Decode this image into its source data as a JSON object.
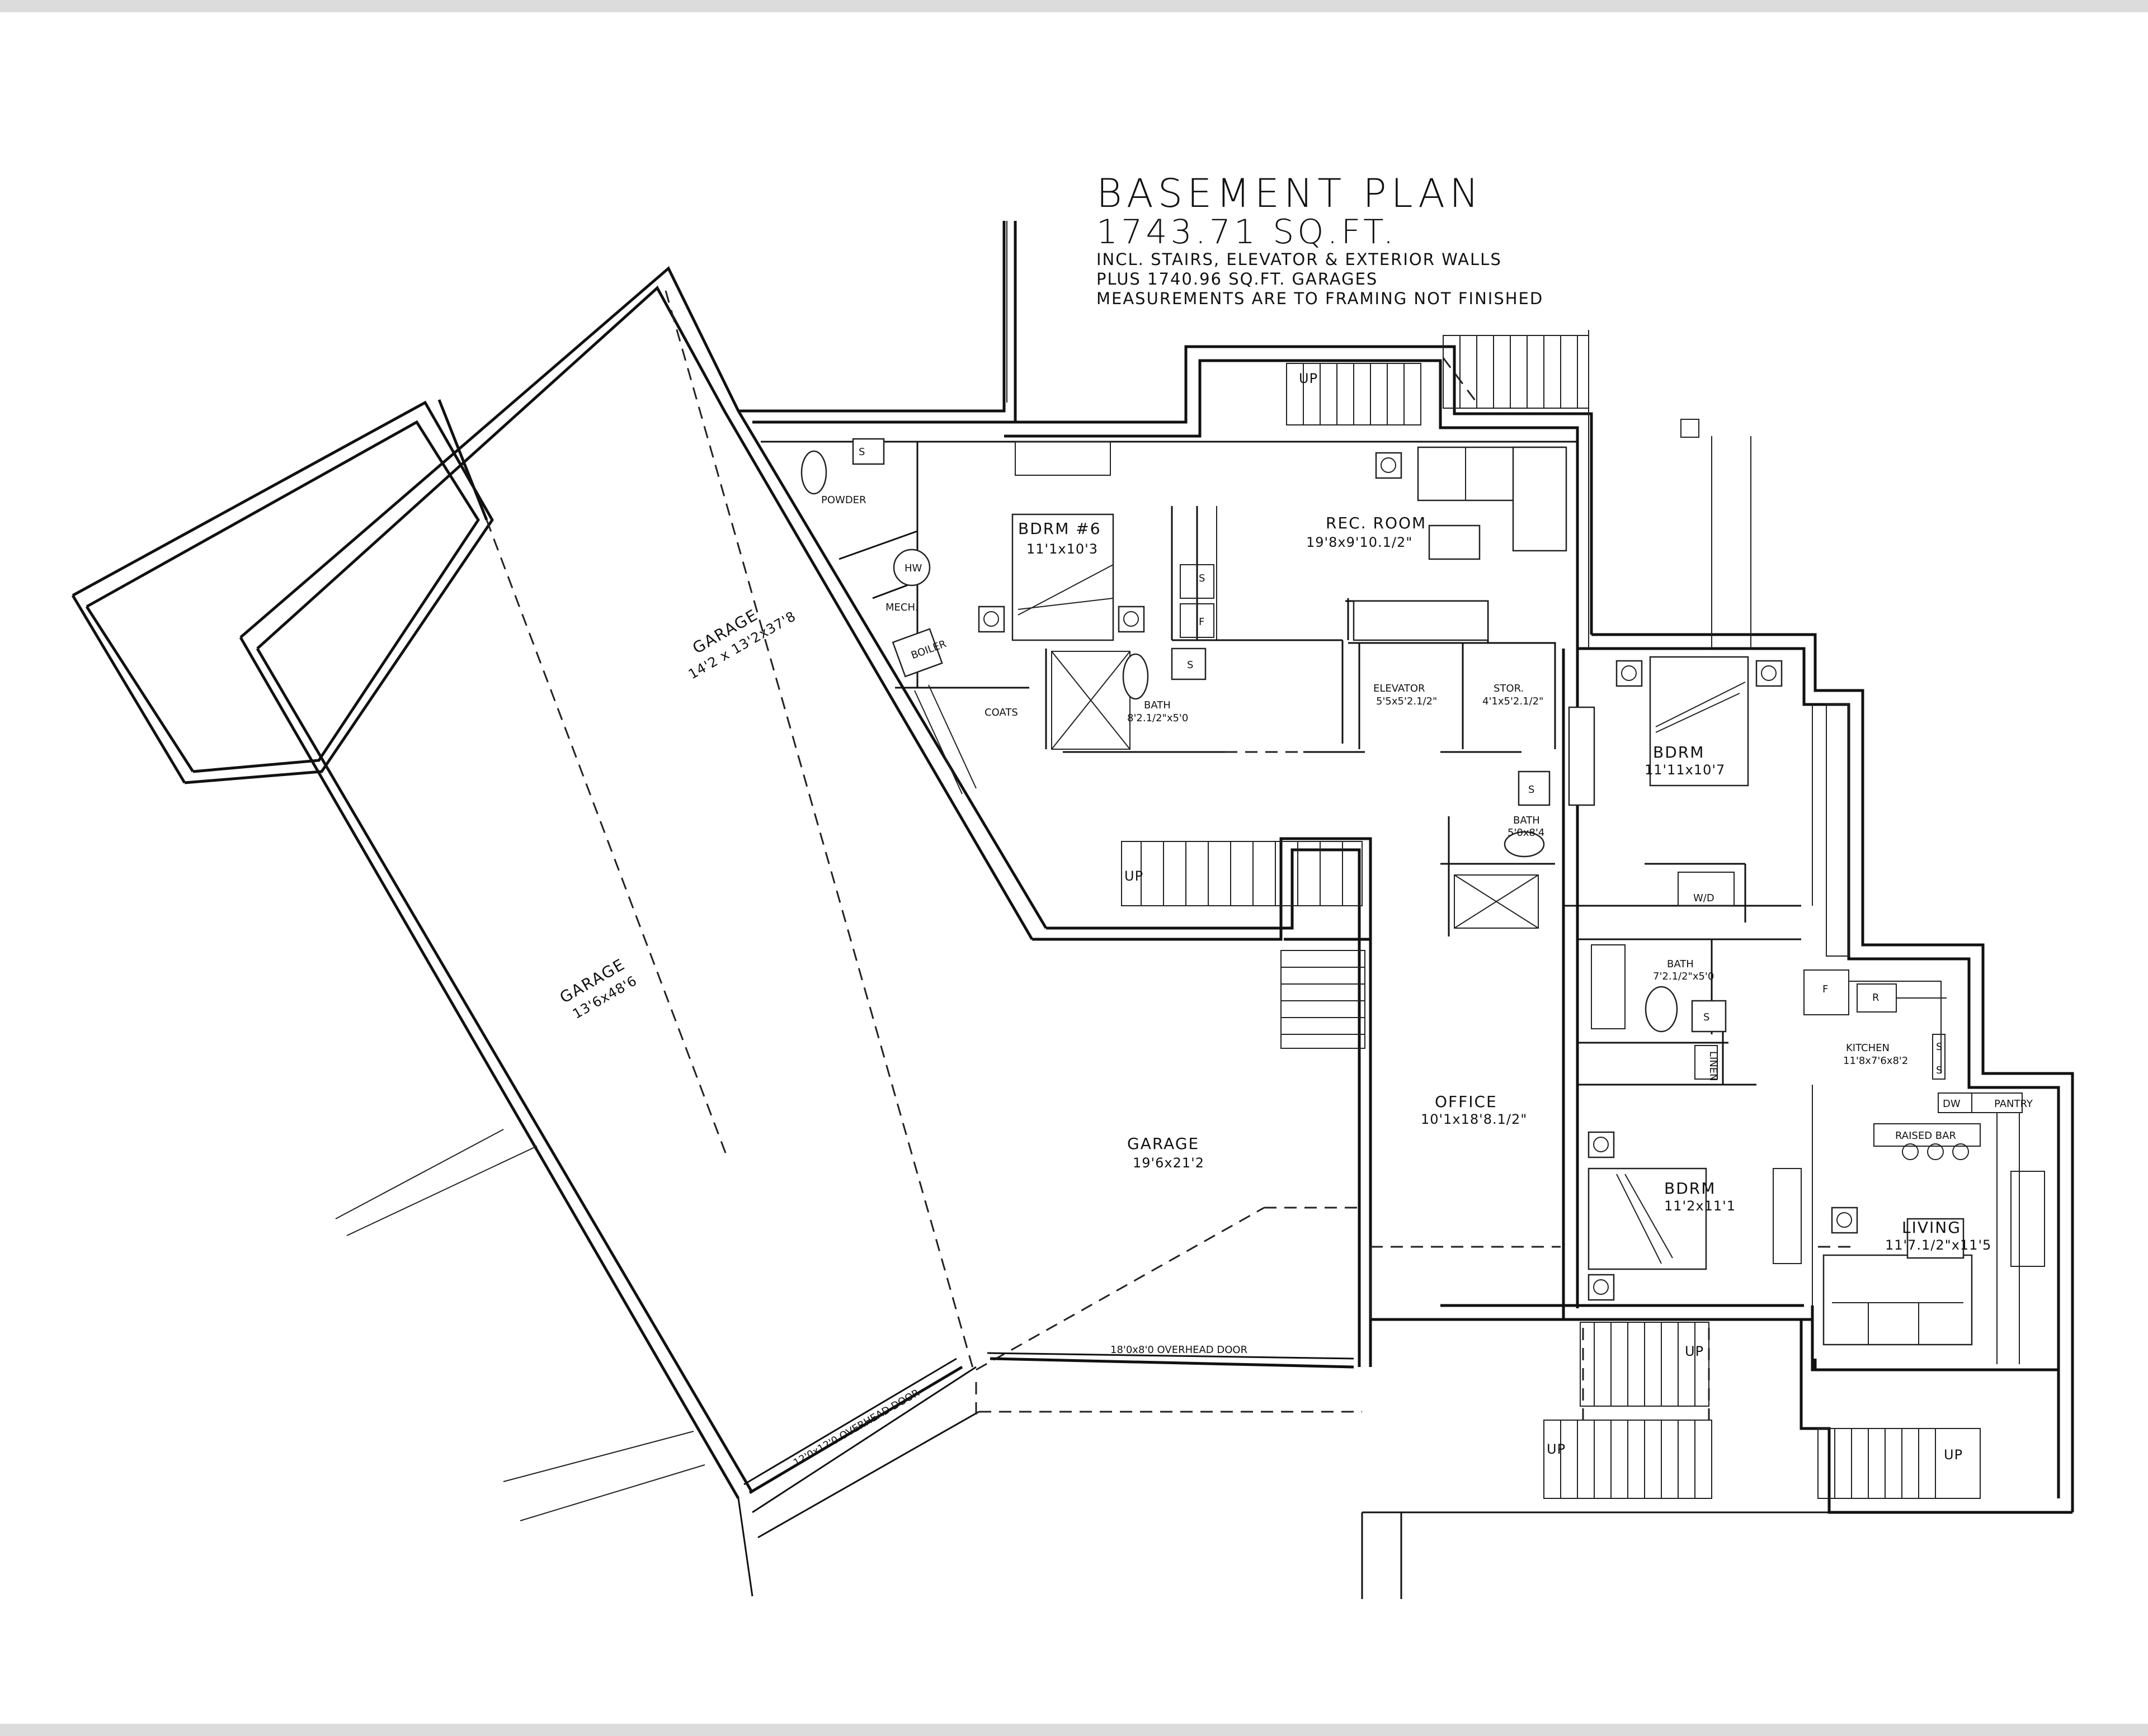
{
  "header": {
    "title": "BASEMENT PLAN",
    "area": "1743.71 SQ.FT.",
    "notes": [
      "INCL. STAIRS, ELEVATOR & EXTERIOR WALLS",
      "PLUS 1740.96 SQ.FT. GARAGES",
      "MEASUREMENTS ARE TO FRAMING NOT FINISHED"
    ]
  },
  "rooms": {
    "powder": "POWDER",
    "mech": "MECH.",
    "boiler": "BOILER",
    "hw": "HW",
    "coats": "COATS",
    "bdrm6": {
      "name": "BDRM #6",
      "dim": "11'1x10'3"
    },
    "rec_room": {
      "name": "REC. ROOM",
      "dim": "19'8x9'10.1/2\""
    },
    "bath1": {
      "name": "BATH",
      "dim": "8'2.1/2\"x5'0"
    },
    "elevator": {
      "name": "ELEVATOR",
      "dim": "5'5x5'2.1/2\""
    },
    "stor": {
      "name": "STOR.",
      "dim": "4'1x5'2.1/2\""
    },
    "bdrm_a": {
      "name": "BDRM",
      "dim": "11'11x10'7"
    },
    "bath2": {
      "name": "BATH",
      "dim": "5'0x8'4"
    },
    "wd": "W/D",
    "bath3": {
      "name": "BATH",
      "dim": "7'2.1/2\"x5'0"
    },
    "linen": "LINEN",
    "kitchen": {
      "name": "KITCHEN",
      "dim": "11'8x7'6x8'2"
    },
    "fridge": "F",
    "range": "R",
    "dw": "DW",
    "pantry": "PANTRY",
    "raised_bar": "RAISED BAR",
    "office": {
      "name": "OFFICE",
      "dim": "10'1x18'8.1/2\""
    },
    "bdrm_b": {
      "name": "BDRM",
      "dim": "11'2x11'1"
    },
    "living": {
      "name": "LIVING",
      "dim": "11'7.1/2\"x11'5"
    },
    "garage1": {
      "name": "GARAGE",
      "dim": "14'2 x 13'2x37'8"
    },
    "garage2": {
      "name": "GARAGE",
      "dim": "13'6x48'6"
    },
    "garage3": {
      "name": "GARAGE",
      "dim": "19'6x21'2"
    }
  },
  "doors": {
    "overhead_1": "18'0x8'0 OVERHEAD DOOR",
    "overhead_2": "12'0x12'0 OVERHEAD DOOR"
  },
  "stairs": {
    "up": "UP"
  },
  "symbols": {
    "sink": "S",
    "fridge_small": "F"
  }
}
